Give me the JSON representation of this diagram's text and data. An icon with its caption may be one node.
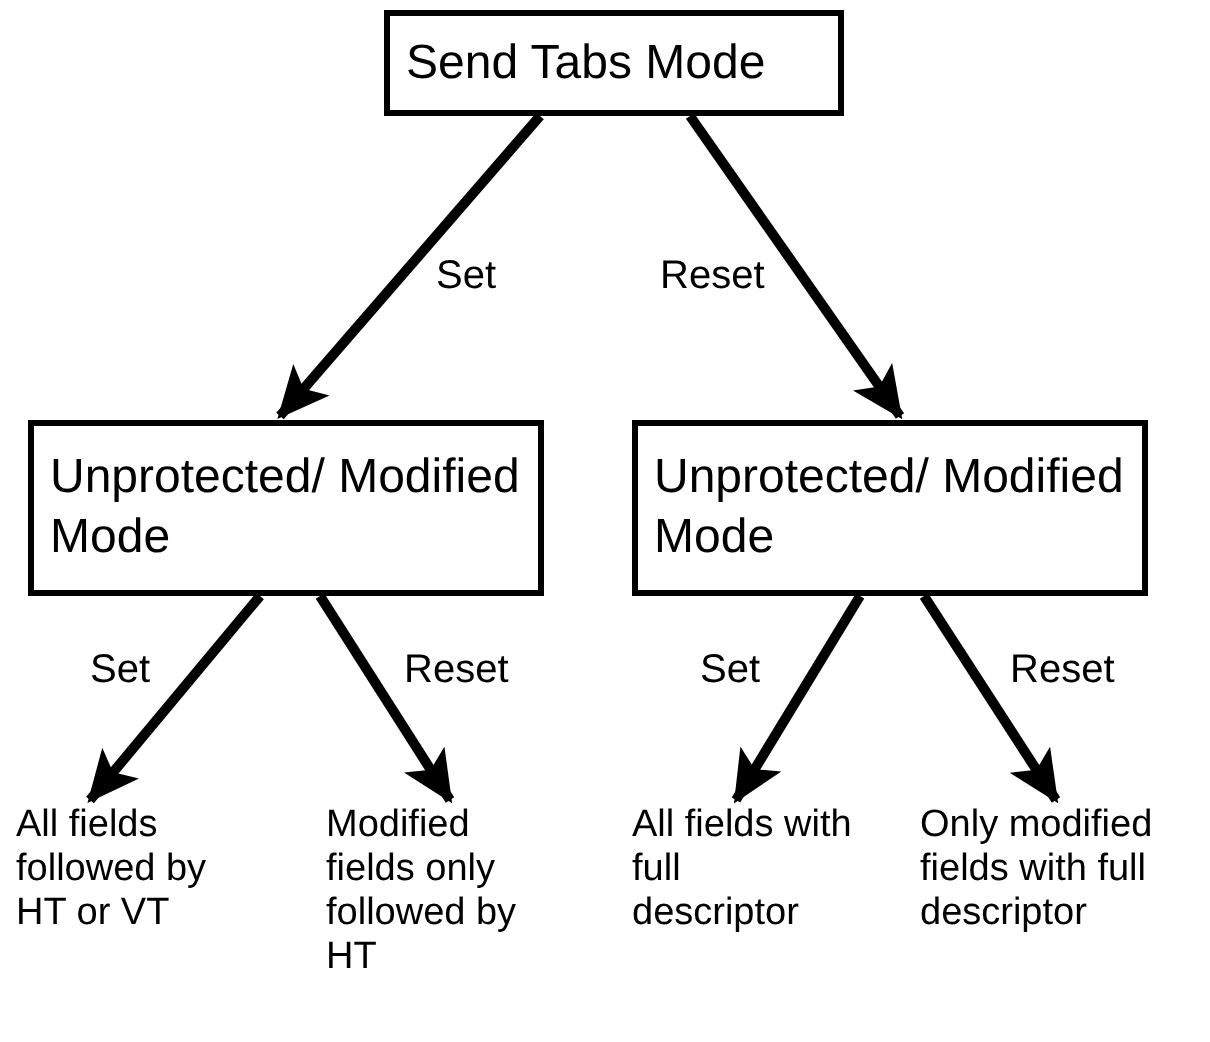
{
  "diagram": {
    "nodes": [
      {
        "text": [
          "Send Tabs Mode"
        ]
      },
      {
        "text": [
          "Unprotected/ Modified Mode"
        ]
      },
      {
        "text": [
          "Unprotected/ Modified Mode"
        ]
      },
      {
        "text": [
          "All fields followed by HT or VT"
        ]
      },
      {
        "text": [
          "Modified fields only followed by HT"
        ]
      },
      {
        "text": [
          "All fields with full descriptor"
        ]
      },
      {
        "text": [
          "Only modified fields with full descriptor"
        ]
      }
    ],
    "edges": [
      {
        "from": 0,
        "to": 1,
        "arrow": "to",
        "label": "Set"
      },
      {
        "from": 0,
        "to": 2,
        "arrow": "to",
        "label": "Reset"
      },
      {
        "from": 1,
        "to": 3,
        "arrow": "to",
        "label": "Set"
      },
      {
        "from": 1,
        "to": 4,
        "arrow": "to",
        "label": "Reset"
      },
      {
        "from": 2,
        "to": 5,
        "arrow": "to",
        "label": "Set"
      },
      {
        "from": 2,
        "to": 6,
        "arrow": "to",
        "label": "Reset"
      }
    ]
  }
}
